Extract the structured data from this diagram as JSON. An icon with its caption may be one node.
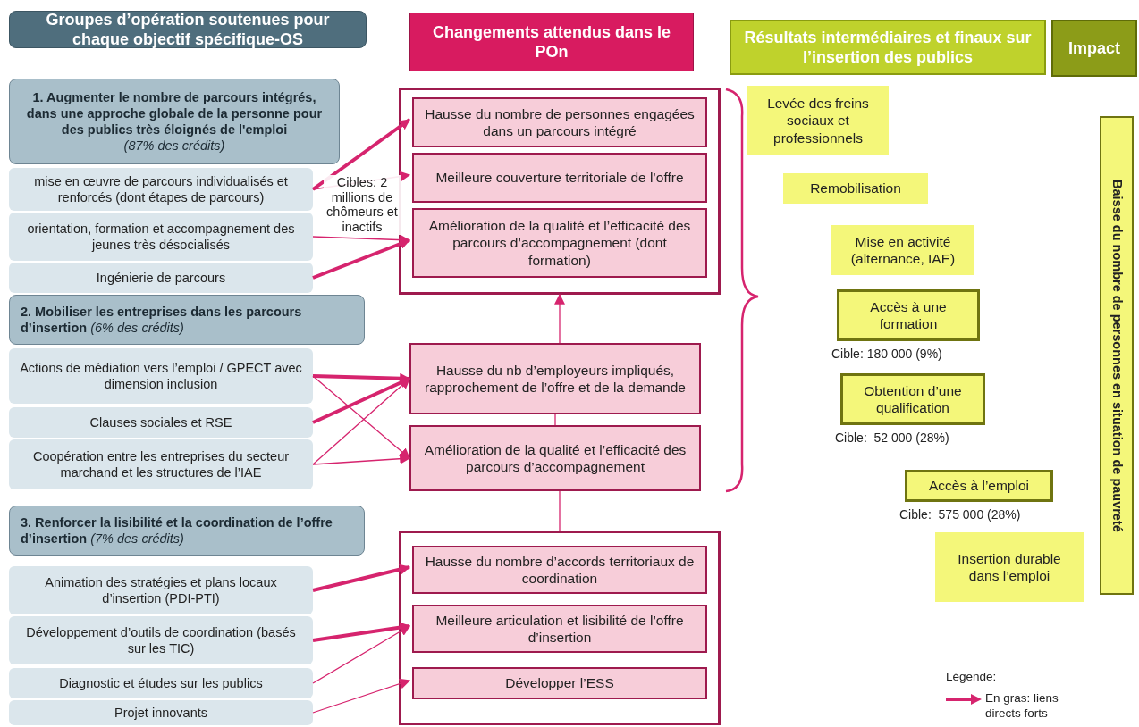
{
  "diagram": {
    "nodes": [
      {
        "text": [
          "Groupes d’opération soutenues pour chaque objectif spécifique-OS"
        ]
      },
      {
        "text": [
          "Changements attendus dans le POn"
        ]
      },
      {
        "text": [
          "Résultats intermédiaires et finaux sur l’insertion des publics"
        ]
      },
      {
        "text": [
          "Impact"
        ]
      },
      {
        "text": [
          "1. Augmenter le nombre de parcours intégrés, dans une approche globale de la personne pour des publics très éloignés de l'emploi",
          "(87% des crédits)"
        ]
      },
      {
        "text": [
          "mise en œuvre de parcours individualisés et renforcés (dont étapes de parcours)"
        ]
      },
      {
        "text": [
          "orientation, formation et accompagnement des jeunes très désocialisés"
        ]
      },
      {
        "text": [
          "Ingénierie de parcours"
        ]
      },
      {
        "text": [
          "2. Mobiliser les entreprises dans les parcours d’insertion",
          "(6% des crédits)"
        ]
      },
      {
        "text": [
          "Actions de médiation vers l’emploi / GPECT avec dimension inclusion"
        ]
      },
      {
        "text": [
          "Clauses sociales et RSE"
        ]
      },
      {
        "text": [
          "Coopération entre les entreprises du secteur marchand et les structures de l’IAE"
        ]
      },
      {
        "text": [
          "3. Renforcer la lisibilité et la coordination de l’offre d’insertion",
          "(7% des crédits)"
        ]
      },
      {
        "text": [
          "Animation des stratégies et plans locaux d’insertion (PDI-PTI)"
        ]
      },
      {
        "text": [
          "Développement d’outils de coordination (basés sur les TIC)"
        ]
      },
      {
        "text": [
          "Diagnostic et études sur les publics"
        ]
      },
      {
        "text": [
          "Projet innovants"
        ]
      },
      {
        "text": [],
        "shape": "box"
      },
      {
        "text": [
          "Hausse du nombre de personnes engagées dans un parcours intégré"
        ],
        "in": 17
      },
      {
        "text": [
          "Meilleure couverture territoriale de l’offre"
        ],
        "in": 17
      },
      {
        "text": [
          "Amélioration de la qualité et l’efficacité des parcours d’accompagnement (dont formation)"
        ],
        "in": 17
      },
      {
        "text": [
          "Hausse du nb d’employeurs impliqués, rapprochement de l’offre et de la demande"
        ]
      },
      {
        "text": [
          "Amélioration de la qualité et l’efficacité des parcours d’accompagnement"
        ]
      },
      {
        "text": [],
        "shape": "box"
      },
      {
        "text": [
          "Hausse du nombre d’accords territoriaux de coordination"
        ],
        "in": 23
      },
      {
        "text": [
          "Meilleure articulation et lisibilité de l’offre d’insertion"
        ],
        "in": 23
      },
      {
        "text": [
          "Développer l’ESS"
        ],
        "in": 23
      },
      {
        "text": [
          "Levée des freins sociaux et professionnels"
        ]
      },
      {
        "text": [
          "Remobilisation"
        ]
      },
      {
        "text": [
          "Mise en activité (alternance, IAE)"
        ]
      },
      {
        "text": [
          "Accès à une formation"
        ],
        "beside": [
          "Cible: 180 000 (9%)"
        ]
      },
      {
        "text": [
          "Obtention d’une qualification"
        ],
        "beside": [
          "Cible:  52 000 (28%)"
        ]
      },
      {
        "text": [
          "Accès à l’emploi"
        ],
        "beside": [
          "Cible:  575 000 (28%)"
        ]
      },
      {
        "text": [
          "Insertion durable dans l’emploi"
        ]
      },
      {
        "text": [
          "Baisse du nombre de personnes en situation de pauvreté"
        ]
      }
    ],
    "edges": [
      {
        "from": 5,
        "to": 18,
        "arrow": "to",
        "style": "thick"
      },
      {
        "from": 5,
        "to": 19,
        "arrow": "to"
      },
      {
        "from": 6,
        "to": 20,
        "arrow": "to"
      },
      {
        "from": 7,
        "to": 20,
        "arrow": "to",
        "style": "thick"
      },
      {
        "from": 9,
        "to": 21,
        "arrow": "to",
        "style": "thick"
      },
      {
        "from": 9,
        "to": 22,
        "arrow": "to"
      },
      {
        "from": 10,
        "to": 21,
        "arrow": "to",
        "style": "thick"
      },
      {
        "from": 11,
        "to": 21,
        "arrow": "to"
      },
      {
        "from": 11,
        "to": 22,
        "arrow": "to"
      },
      {
        "from": 21,
        "to": 17,
        "arrow": "to"
      },
      {
        "from": 22,
        "to": 21,
        "arrow": "none"
      },
      {
        "from": 22,
        "to": 23,
        "arrow": "none"
      },
      {
        "from": 13,
        "to": 24,
        "arrow": "to",
        "style": "thick"
      },
      {
        "from": 14,
        "to": 25,
        "arrow": "to",
        "style": "thick"
      },
      {
        "from": 15,
        "to": 25,
        "arrow": "to"
      },
      {
        "from": 16,
        "to": 26,
        "arrow": "to"
      }
    ],
    "labels": [
      "Cibles: 2 millions de chômeurs et inactifs",
      "Légende:"
    ],
    "legend": [
      {
        "text": "En gras: liens directs forts"
      }
    ]
  }
}
